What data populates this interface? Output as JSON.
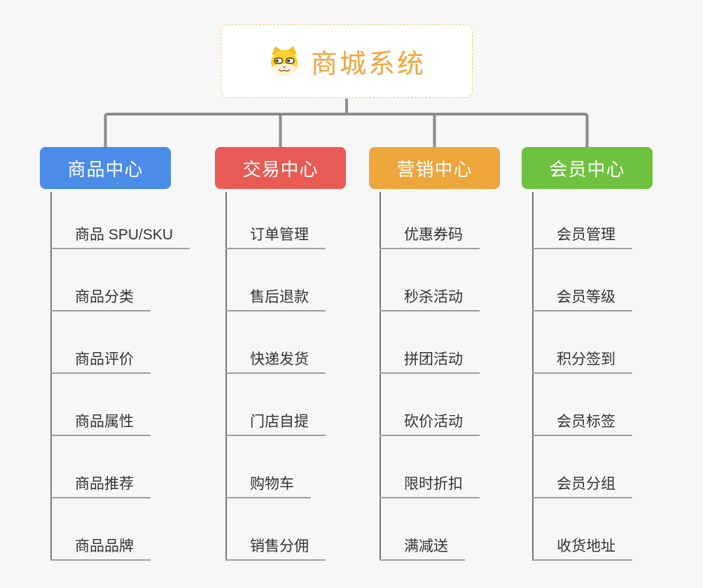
{
  "canvas": {
    "background": "#f7f7f7"
  },
  "root": {
    "title": "商城系统",
    "icon": "dog-face-icon",
    "text_color": "#f2a53c",
    "border_color": "#f5c878",
    "background": "#ffffff"
  },
  "connectors": {
    "main_color": "#8b8b8b",
    "branch_line_color": "#757575",
    "item_underline_color": "#9e9e9e"
  },
  "item_text_color": "#333333",
  "branches": [
    {
      "label": "商品中心",
      "color": "#4a8ce8",
      "items": [
        "商品 SPU/SKU",
        "商品分类",
        "商品评价",
        "商品属性",
        "商品推荐",
        "商品品牌"
      ]
    },
    {
      "label": "交易中心",
      "color": "#e85b55",
      "items": [
        "订单管理",
        "售后退款",
        "快递发货",
        "门店自提",
        "购物车",
        "销售分佣"
      ]
    },
    {
      "label": "营销中心",
      "color": "#eca63b",
      "items": [
        "优惠券码",
        "秒杀活动",
        "拼团活动",
        "砍价活动",
        "限时折扣",
        "满减送"
      ]
    },
    {
      "label": "会员中心",
      "color": "#6fc23f",
      "items": [
        "会员管理",
        "会员等级",
        "积分签到",
        "会员标签",
        "会员分组",
        "收货地址"
      ]
    }
  ]
}
